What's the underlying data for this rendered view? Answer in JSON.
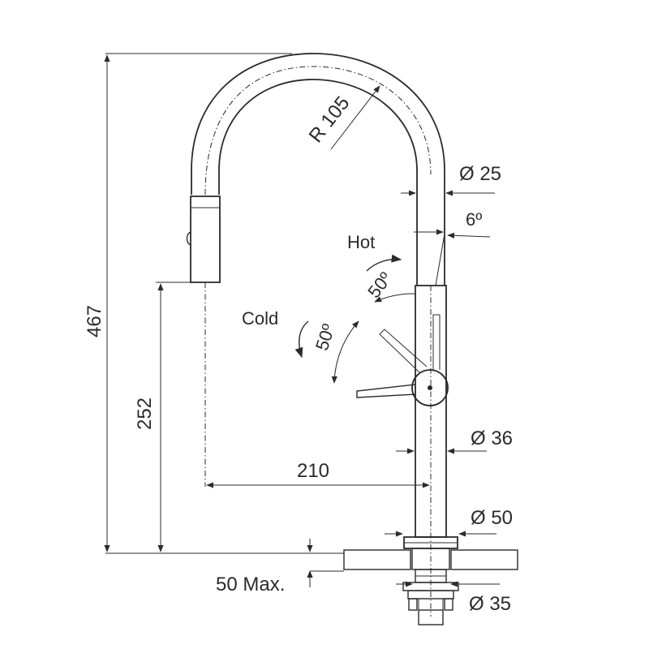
{
  "diagram": {
    "labels": {
      "height_total": "467",
      "height_spout": "252",
      "reach": "210",
      "radius": "R 105",
      "dia_spout": "Ø 25",
      "angle_tilt": "6º",
      "hot": "Hot",
      "cold": "Cold",
      "angle_hot": "50º",
      "angle_cold": "50º",
      "dia_body": "Ø 36",
      "dia_base": "Ø 50",
      "dia_shank": "Ø 35",
      "counter_max": "50 Max."
    },
    "colors": {
      "line": "#2b2b2b",
      "background": "#ffffff"
    }
  }
}
